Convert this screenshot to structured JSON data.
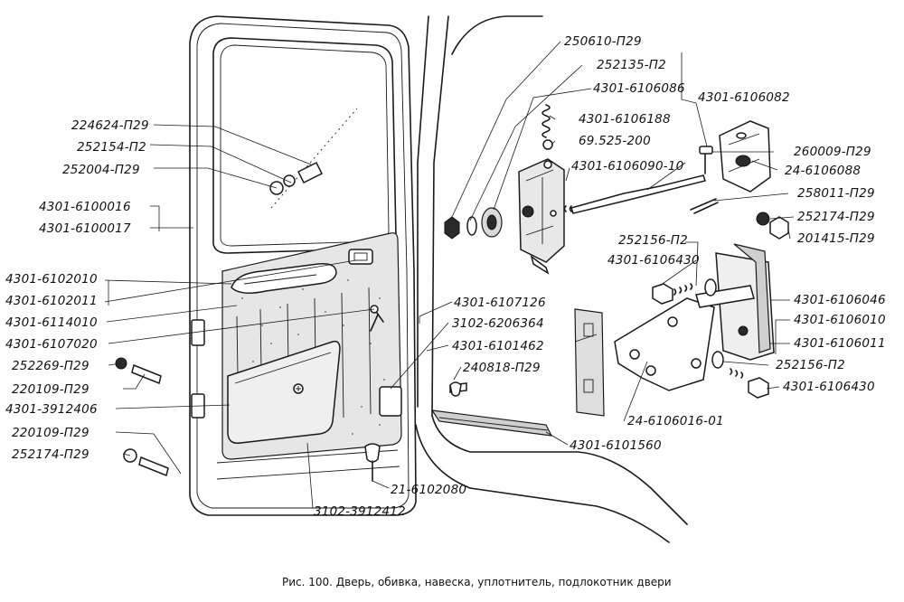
{
  "caption": "Рис. 100. Дверь, обивка, навеска, уплотнитель, подлокотник двери",
  "callouts": [
    {
      "id": "c1",
      "text": "224624-П29"
    },
    {
      "id": "c2",
      "text": "252154-П2"
    },
    {
      "id": "c3",
      "text": "252004-П29"
    },
    {
      "id": "c4",
      "text": "4301-6100016"
    },
    {
      "id": "c5",
      "text": "4301-6100017"
    },
    {
      "id": "c6",
      "text": "4301-6102010"
    },
    {
      "id": "c7",
      "text": "4301-6102011"
    },
    {
      "id": "c8",
      "text": "4301-6114010"
    },
    {
      "id": "c9",
      "text": "4301-6107020"
    },
    {
      "id": "c10",
      "text": "252269-П29"
    },
    {
      "id": "c11",
      "text": "220109-П29"
    },
    {
      "id": "c12",
      "text": "4301-3912406"
    },
    {
      "id": "c13",
      "text": "220109-П29"
    },
    {
      "id": "c14",
      "text": "252174-П29"
    },
    {
      "id": "c15",
      "text": "3102-3912412"
    },
    {
      "id": "c16",
      "text": "21-6102080"
    },
    {
      "id": "c17",
      "text": "4301-6107126"
    },
    {
      "id": "c18",
      "text": "3102-6206364"
    },
    {
      "id": "c19",
      "text": "4301-6101462"
    },
    {
      "id": "c20",
      "text": "240818-П29"
    },
    {
      "id": "c21",
      "text": "4301-6101560"
    },
    {
      "id": "c22",
      "text": "250610-П29"
    },
    {
      "id": "c23",
      "text": "252135-П2"
    },
    {
      "id": "c24",
      "text": "4301-6106086"
    },
    {
      "id": "c25",
      "text": "4301-6106188"
    },
    {
      "id": "c26",
      "text": "69.525-200"
    },
    {
      "id": "c27",
      "text": "4301-6106090-10"
    },
    {
      "id": "c28",
      "text": "4301-6106082"
    },
    {
      "id": "c29",
      "text": "260009-П29"
    },
    {
      "id": "c30",
      "text": "24-6106088"
    },
    {
      "id": "c31",
      "text": "258011-П29"
    },
    {
      "id": "c32",
      "text": "252174-П29"
    },
    {
      "id": "c33",
      "text": "201415-П29"
    },
    {
      "id": "c34",
      "text": "252156-П2"
    },
    {
      "id": "c35",
      "text": "4301-6106430"
    },
    {
      "id": "c36",
      "text": "4301-6106046"
    },
    {
      "id": "c37",
      "text": "4301-6106010"
    },
    {
      "id": "c38",
      "text": "4301-6106011"
    },
    {
      "id": "c39",
      "text": "252156-П2"
    },
    {
      "id": "c40",
      "text": "4301-6106430"
    },
    {
      "id": "c41",
      "text": "24-6106016-01"
    }
  ]
}
